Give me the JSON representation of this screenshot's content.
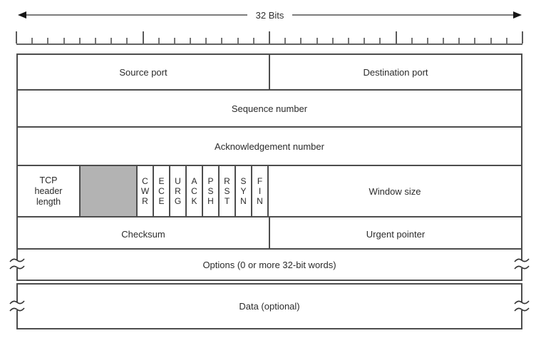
{
  "diagram": {
    "title_label": "32 Bits",
    "ruler": {
      "bits": 32,
      "major_every": 8
    },
    "fields": {
      "source_port": "Source port",
      "destination_port": "Destination port",
      "sequence_number": "Sequence number",
      "acknowledgement_number": "Acknowledgement number",
      "tcp_header_length": "TCP\nheader\nlength",
      "window_size": "Window size",
      "checksum": "Checksum",
      "urgent_pointer": "Urgent pointer",
      "options": "Options (0 or more 32-bit words)",
      "data": "Data (optional)"
    },
    "flags": [
      "CWR",
      "ECE",
      "URG",
      "ACK",
      "PSH",
      "RST",
      "SYN",
      "FIN"
    ],
    "colors": {
      "unused_field_fill": "#b3b3b3",
      "border": "#4d4d4d",
      "text": "#2b2b2b"
    }
  }
}
